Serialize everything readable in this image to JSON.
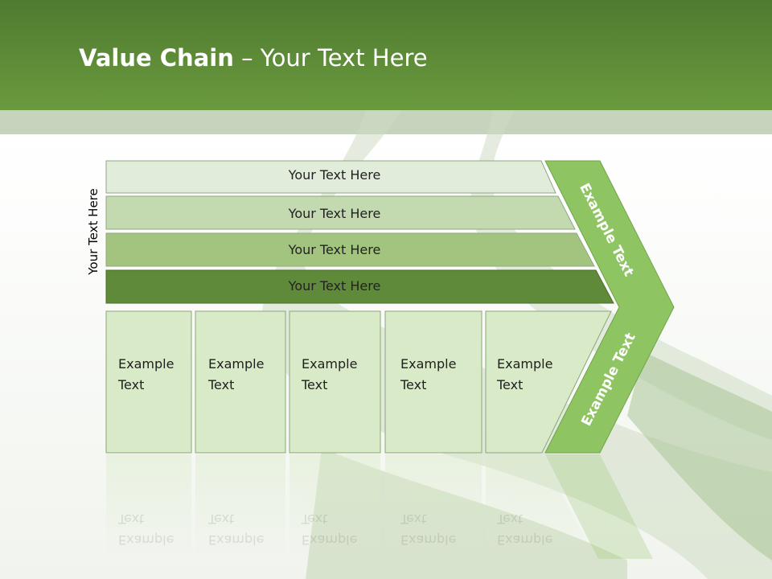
{
  "slide": {
    "title_bold": "Value Chain",
    "title_rest": " – Your Text Here",
    "side_label": "Your Text Here"
  },
  "bars": [
    {
      "label": "Your Text Here",
      "color": "#e2ecda"
    },
    {
      "label": "Your Text Here",
      "color": "#c3d9b0"
    },
    {
      "label": "Your Text Here",
      "color": "#a2c47e"
    },
    {
      "label": "Your Text Here",
      "color": "#5f8a39"
    }
  ],
  "cells": [
    {
      "line1": "Example",
      "line2": "Text"
    },
    {
      "line1": "Example",
      "line2": "Text"
    },
    {
      "line1": "Example",
      "line2": "Text"
    },
    {
      "line1": "Example",
      "line2": "Text"
    },
    {
      "line1": "Example",
      "line2": "Text"
    }
  ],
  "chevron": {
    "upper_label": "Example Text",
    "lower_label": "Example Text",
    "color": "#8fc463"
  },
  "colors": {
    "header": "#5e8c36",
    "cell_fill": "#d9eac8",
    "cell_border": "#8aa878"
  }
}
